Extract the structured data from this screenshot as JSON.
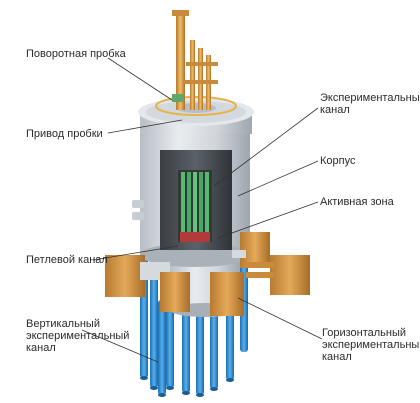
{
  "labels": {
    "rotary_plug": "Поворотная пробка",
    "plug_drive": "Привод пробки",
    "experimental_channel": "Экспериментальный\nканал",
    "vessel": "Корпус",
    "active_zone": "Активная зона",
    "loop_channel": "Петлевой канал",
    "vertical_channel": "Вертикальный\nэкспериментальный\nканал",
    "horizontal_channel": "Горизонтальный\nэкспериментальный\nканал"
  },
  "colors": {
    "vessel_light": "#d7dbe0",
    "vessel_dark": "#9aa2aa",
    "core_green": "#4fb06a",
    "core_red": "#b33a3a",
    "gold": "#e7b24a",
    "copper": "#c98a3b",
    "pipe_blue": "#2f8fd6",
    "leader": "#333333"
  }
}
